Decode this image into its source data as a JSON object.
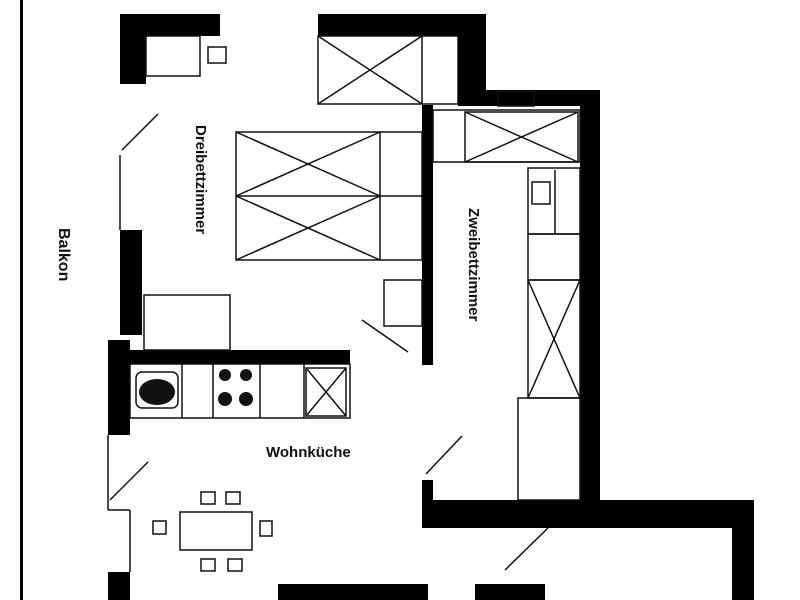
{
  "rooms": {
    "dreibettzimmer": "Dreibettzimmer",
    "zweibettzimmer": "Zweibettzimmer",
    "wohnkueche": "Wohnküche",
    "balkon": "Balkon"
  },
  "colors": {
    "wall": "#000000",
    "line": "#111111",
    "background": "#ffffff"
  }
}
